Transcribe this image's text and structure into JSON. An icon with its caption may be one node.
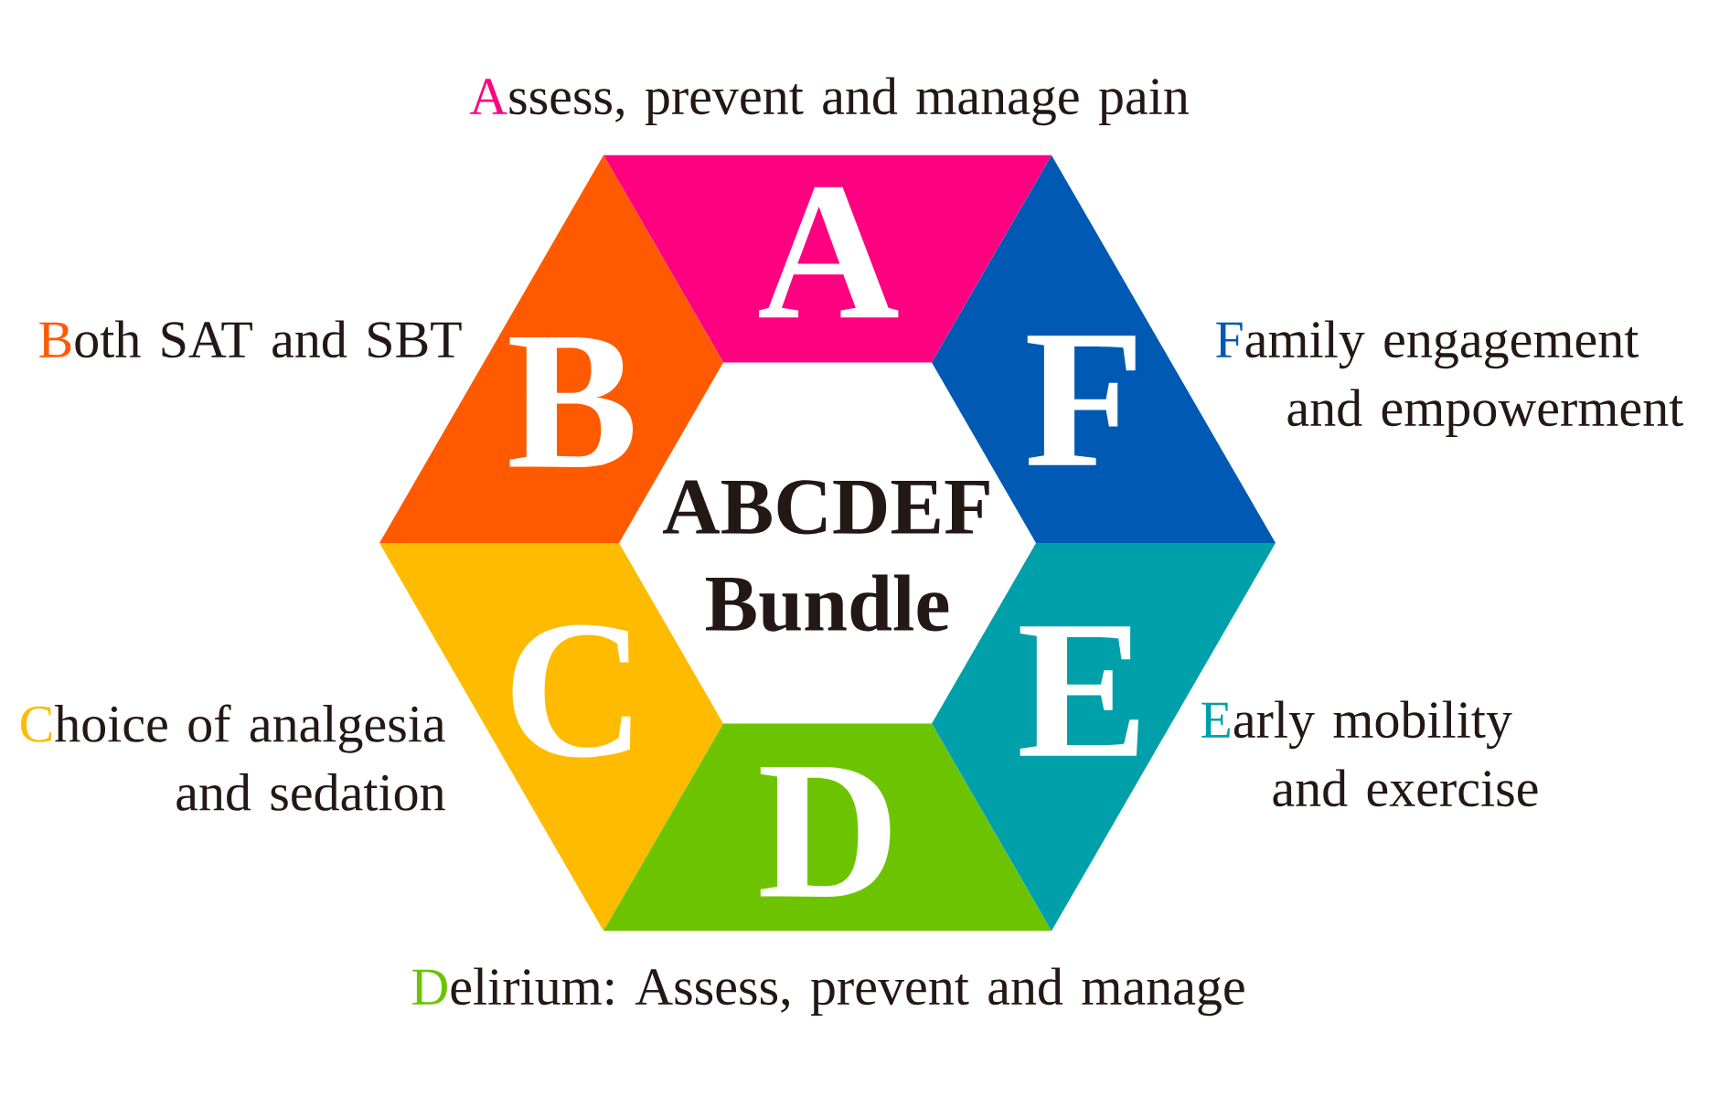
{
  "diagram": {
    "nodes": [
      {
        "text": [
          "A"
        ],
        "beside": [
          "Assess, prevent and manage pain"
        ]
      },
      {
        "text": [
          "B"
        ],
        "beside": [
          "Both SAT and SBT"
        ]
      },
      {
        "text": [
          "C"
        ],
        "beside": [
          "Choice of analgesia and sedation"
        ]
      },
      {
        "text": [
          "D"
        ],
        "beside": [
          "Delirium: Assess, prevent and manage"
        ]
      },
      {
        "text": [
          "E"
        ],
        "beside": [
          "Early mobility and exercise"
        ]
      },
      {
        "text": [
          "F"
        ],
        "beside": [
          "Family engagement and empowerment"
        ]
      },
      {
        "text": [
          "ABCDEF Bundle"
        ]
      }
    ]
  }
}
